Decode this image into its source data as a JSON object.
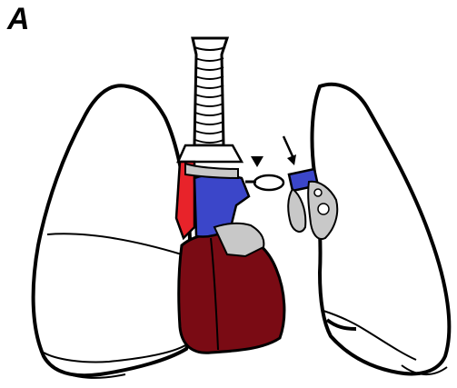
{
  "panel": {
    "label": "A"
  },
  "colors": {
    "outline": "#000000",
    "lung": "#ffffff",
    "heart": "#7a0b14",
    "vein_blue": "#3b46c9",
    "atrium_red": "#e8232a",
    "vessel_gray": "#c8c8c8",
    "trachea": "#ffffff"
  },
  "annotations": {
    "arrowhead_marker": "arrowhead-pointer",
    "arrow_marker": "down-arrow-pointer"
  }
}
